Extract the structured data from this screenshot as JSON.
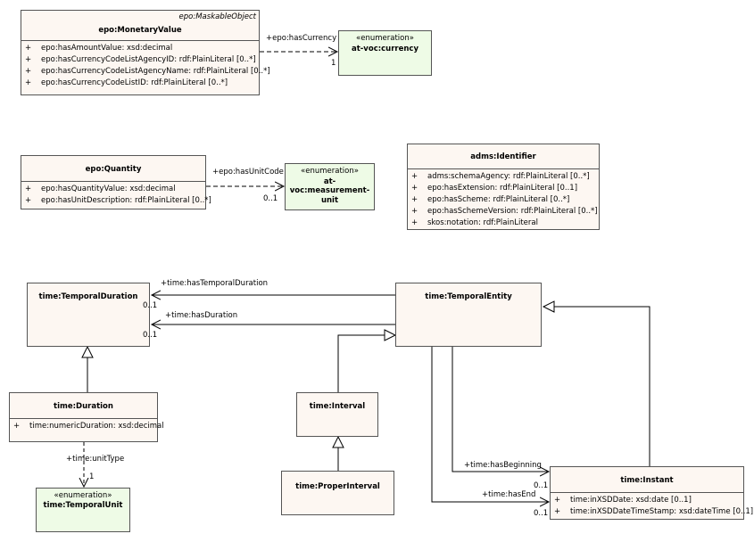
{
  "classes": {
    "monetary_value": {
      "stereotype": "epo:MaskableObject",
      "name": "epo:MonetaryValue",
      "attributes": [
        {
          "vis": "+",
          "text": "epo:hasAmountValue: xsd:decimal"
        },
        {
          "vis": "+",
          "text": "epo:hasCurrencyCodeListAgencyID: rdf:PlainLiteral [0..*]"
        },
        {
          "vis": "+",
          "text": "epo:hasCurrencyCodeListAgencyName: rdf:PlainLiteral [0..*]"
        },
        {
          "vis": "+",
          "text": "epo:hasCurrencyCodeListID: rdf:PlainLiteral [0..*]"
        }
      ]
    },
    "currency": {
      "stereotype": "«enumeration»",
      "name": "at-voc:currency"
    },
    "quantity": {
      "name": "epo:Quantity",
      "attributes": [
        {
          "vis": "+",
          "text": "epo:hasQuantityValue: xsd:decimal"
        },
        {
          "vis": "+",
          "text": "epo:hasUnitDescription: rdf:PlainLiteral [0..*]"
        }
      ]
    },
    "measurement_unit": {
      "stereotype": "«enumeration»",
      "name_line1": "at-voc:measurement-",
      "name_line2": "unit"
    },
    "identifier": {
      "name": "adms:Identifier",
      "attributes": [
        {
          "vis": "+",
          "text": "adms:schemaAgency: rdf:PlainLiteral [0..*]"
        },
        {
          "vis": "+",
          "text": "epo:hasExtension: rdf:PlainLiteral [0..1]"
        },
        {
          "vis": "+",
          "text": "epo:hasScheme: rdf:PlainLiteral [0..*]"
        },
        {
          "vis": "+",
          "text": "epo:hasSchemeVersion: rdf:PlainLiteral [0..*]"
        },
        {
          "vis": "+",
          "text": "skos:notation: rdf:PlainLiteral"
        }
      ]
    },
    "temporal_duration": {
      "name": "time:TemporalDuration"
    },
    "temporal_entity": {
      "name": "time:TemporalEntity"
    },
    "duration": {
      "name": "time:Duration",
      "attributes": [
        {
          "vis": "+",
          "text": "time:numericDuration: xsd:decimal"
        }
      ]
    },
    "interval": {
      "name": "time:Interval"
    },
    "proper_interval": {
      "name": "time:ProperInterval"
    },
    "temporal_unit": {
      "stereotype": "«enumeration»",
      "name": "time:TemporalUnit"
    },
    "instant": {
      "name": "time:Instant",
      "attributes": [
        {
          "vis": "+",
          "text": "time:inXSDDate: xsd:date [0..1]"
        },
        {
          "vis": "+",
          "text": "time:inXSDDateTimeStamp: xsd:dateTime [0..1]"
        }
      ]
    }
  },
  "associations": {
    "has_currency": {
      "role": "+epo:hasCurrency",
      "mult": "1"
    },
    "has_unit_code": {
      "role": "+epo:hasUnitCode",
      "mult": "0..1"
    },
    "has_temporal_duration": {
      "role": "+time:hasTemporalDuration",
      "mult": "0..1"
    },
    "has_duration": {
      "role": "+time:hasDuration",
      "mult": "0..1"
    },
    "unit_type": {
      "role": "+time:unitType",
      "mult": "1"
    },
    "has_beginning": {
      "role": "+time:hasBeginning",
      "mult": "0..1"
    },
    "has_end": {
      "role": "+time:hasEnd",
      "mult": "0..1"
    }
  }
}
